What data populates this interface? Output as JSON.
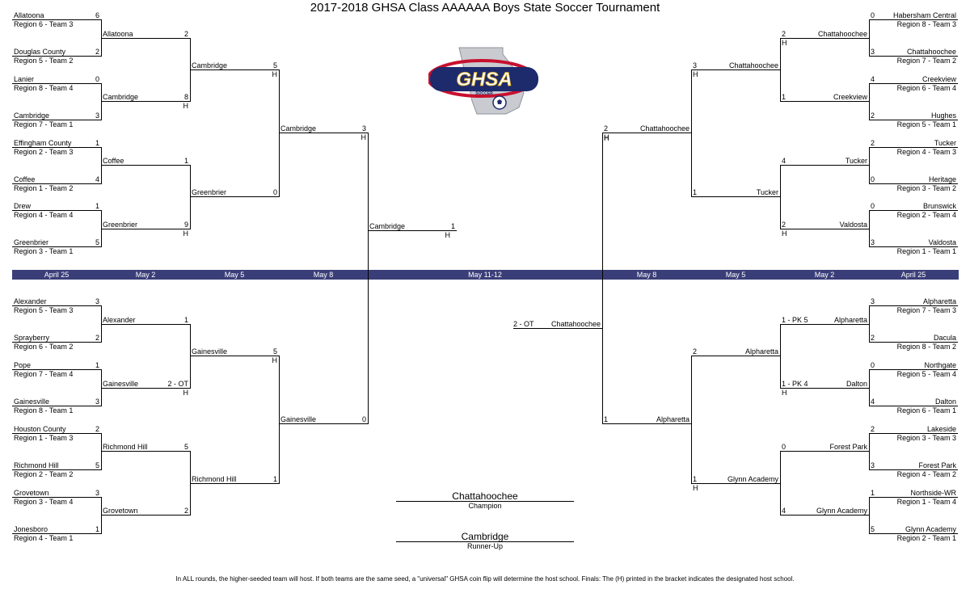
{
  "title": "2017-2018 GHSA Class AAAAAA Boys State Soccer Tournament",
  "logo": {
    "text": "GHSA",
    "subtext": "SOCCER",
    "colors": {
      "navy": "#1d2a6b",
      "red": "#c8102e",
      "gold": "#d4a017",
      "gray": "#c9cbd1"
    }
  },
  "dates": [
    "April 25",
    "May 2",
    "May 5",
    "May 8",
    "May 11-12",
    "May 8",
    "May 5",
    "May 2",
    "April 25"
  ],
  "brand": {
    "bar": "#3a3e78"
  },
  "host_mark": "H",
  "champion": {
    "name": "Chattahoochee",
    "label": "Champion"
  },
  "runner_up": {
    "name": "Cambridge",
    "label": "Runner-Up"
  },
  "footnote": "In ALL rounds, the higher-seeded team will host.  If both teams are the same seed, a \"universal\" GHSA coin flip will determine the host school. Finals: The (H) printed in the bracket indicates the designated host school.",
  "left_top": {
    "r1": [
      {
        "team": "Allatoona",
        "seed": "Region 6 - Team 3",
        "score": "6"
      },
      {
        "team": "Douglas County",
        "seed": "Region 5 - Team 2",
        "score": "2"
      },
      {
        "team": "Lanier",
        "seed": "Region 8 - Team 4",
        "score": "0"
      },
      {
        "team": "Cambridge",
        "seed": "Region 7 - Team 1",
        "score": "3"
      },
      {
        "team": "Effingham County",
        "seed": "Region 2 - Team 3",
        "score": "1"
      },
      {
        "team": "Coffee",
        "seed": "Region 1 - Team 2",
        "score": "4"
      },
      {
        "team": "Drew",
        "seed": "Region 4 - Team 4",
        "score": "1"
      },
      {
        "team": "Greenbrier",
        "seed": "Region 3 - Team 1",
        "score": "5"
      }
    ],
    "r2": [
      {
        "team": "Allatoona",
        "score": "2"
      },
      {
        "team": "Cambridge",
        "score": "8"
      },
      {
        "team": "Coffee",
        "score": "1"
      },
      {
        "team": "Greenbrier",
        "score": "9"
      }
    ],
    "qf": [
      {
        "team": "Cambridge",
        "score": "5"
      },
      {
        "team": "Greenbrier",
        "score": "0"
      }
    ],
    "sf": [
      {
        "team": "Cambridge",
        "score": "3"
      }
    ]
  },
  "left_bottom": {
    "r1": [
      {
        "team": "Alexander",
        "seed": "Region 5 - Team 3",
        "score": "3"
      },
      {
        "team": "Sprayberry",
        "seed": "Region 6 - Team 2",
        "score": "2"
      },
      {
        "team": "Pope",
        "seed": "Region 7 - Team 4",
        "score": "1"
      },
      {
        "team": "Gainesville",
        "seed": "Region 8 - Team 1",
        "score": "3"
      },
      {
        "team": "Houston County",
        "seed": "Region 1 - Team 3",
        "score": "2"
      },
      {
        "team": "Richmond Hill",
        "seed": "Region 2 - Team 2",
        "score": "5"
      },
      {
        "team": "Grovetown",
        "seed": "Region 3 - Team 4",
        "score": "3"
      },
      {
        "team": "Jonesboro",
        "seed": "Region 4 - Team 1",
        "score": "1"
      }
    ],
    "r2": [
      {
        "team": "Alexander",
        "score": "1"
      },
      {
        "team": "Gainesville",
        "score": "2 - OT"
      },
      {
        "team": "Richmond Hill",
        "score": "5"
      },
      {
        "team": "Grovetown",
        "score": "2"
      }
    ],
    "qf": [
      {
        "team": "Gainesville",
        "score": "5"
      },
      {
        "team": "Richmond Hill",
        "score": "1"
      }
    ],
    "sf": [
      {
        "team": "Gainesville",
        "score": "0"
      }
    ]
  },
  "final_left": {
    "team": "Cambridge",
    "score": "1"
  },
  "final_right": {
    "team": "Chattahoochee",
    "score": "2 - OT"
  },
  "right_top": {
    "r1": [
      {
        "team": "Habersham Central",
        "seed": "Region 8 - Team 3",
        "score": "0"
      },
      {
        "team": "Chattahoochee",
        "seed": "Region 7 - Team 2",
        "score": "3"
      },
      {
        "team": "Creekview",
        "seed": "Region 6 - Team 4",
        "score": "4"
      },
      {
        "team": "Hughes",
        "seed": "Region 5 - Team 1",
        "score": "2"
      },
      {
        "team": "Tucker",
        "seed": "Region 4 - Team 3",
        "score": "2"
      },
      {
        "team": "Heritage",
        "seed": "Region 3 - Team 2",
        "score": "0"
      },
      {
        "team": "Brunswick",
        "seed": "Region 2 - Team 4",
        "score": "0"
      },
      {
        "team": "Valdosta",
        "seed": "Region 1 - Team 1",
        "score": "3"
      }
    ],
    "r2": [
      {
        "team": "Chattahoochee",
        "score": "2"
      },
      {
        "team": "Creekview",
        "score": "1"
      },
      {
        "team": "Tucker",
        "score": "4"
      },
      {
        "team": "Valdosta",
        "score": "2"
      }
    ],
    "qf": [
      {
        "team": "Chattahoochee",
        "score": "3"
      },
      {
        "team": "Tucker",
        "score": "1"
      }
    ],
    "sf": [
      {
        "team": "Chattahoochee",
        "score": "2"
      }
    ]
  },
  "right_bottom": {
    "r1": [
      {
        "team": "Alpharetta",
        "seed": "Region 7 - Team 3",
        "score": "3"
      },
      {
        "team": "Dacula",
        "seed": "Region 8 - Team 2",
        "score": "2"
      },
      {
        "team": "Northgate",
        "seed": "Region 5 - Team 4",
        "score": "0"
      },
      {
        "team": "Dalton",
        "seed": "Region 6 - Team 1",
        "score": "4"
      },
      {
        "team": "Lakeside",
        "seed": "Region 3 - Team 3",
        "score": "2"
      },
      {
        "team": "Forest Park",
        "seed": "Region 4 - Team 2",
        "score": "3"
      },
      {
        "team": "Northside-WR",
        "seed": "Region 1 - Team 4",
        "score": "1"
      },
      {
        "team": "Glynn Academy",
        "seed": "Region 2 - Team 1",
        "score": "5"
      }
    ],
    "r2": [
      {
        "team": "Alpharetta",
        "score": "1 - PK 5"
      },
      {
        "team": "Dalton",
        "score": "1 - PK 4"
      },
      {
        "team": "Forest Park",
        "score": "0"
      },
      {
        "team": "Glynn Academy",
        "score": "4"
      }
    ],
    "qf": [
      {
        "team": "Alpharetta",
        "score": "2"
      },
      {
        "team": "Glynn Academy",
        "score": "1"
      }
    ],
    "sf": [
      {
        "team": "Alpharetta",
        "score": "1"
      }
    ]
  }
}
